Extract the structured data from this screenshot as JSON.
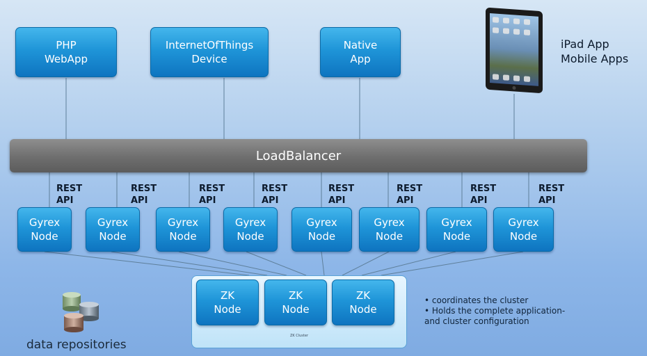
{
  "clients": [
    {
      "line1": "PHP",
      "line2": "WebApp"
    },
    {
      "line1": "InternetOfThings",
      "line2": "Device"
    },
    {
      "line1": "Native",
      "line2": "App"
    }
  ],
  "mobile": {
    "line1": "iPad App",
    "line2": "Mobile Apps",
    "icon": "ipad-icon"
  },
  "load_balancer": "LoadBalancer",
  "api_label": {
    "line1": "REST",
    "line2": "API"
  },
  "gyrex_nodes": [
    {
      "line1": "Gyrex",
      "line2": "Node"
    },
    {
      "line1": "Gyrex",
      "line2": "Node"
    },
    {
      "line1": "Gyrex",
      "line2": "Node"
    },
    {
      "line1": "Gyrex",
      "line2": "Node"
    },
    {
      "line1": "Gyrex",
      "line2": "Node"
    },
    {
      "line1": "Gyrex",
      "line2": "Node"
    },
    {
      "line1": "Gyrex",
      "line2": "Node"
    },
    {
      "line1": "Gyrex",
      "line2": "Node"
    }
  ],
  "zk_nodes": [
    {
      "line1": "ZK",
      "line2": "Node"
    },
    {
      "line1": "ZK",
      "line2": "Node"
    },
    {
      "line1": "ZK",
      "line2": "Node"
    }
  ],
  "zk_cluster_label": "ZK Cluster",
  "notes": [
    "• coordinates the cluster",
    "• Holds the complete application- and cluster configuration"
  ],
  "repositories": {
    "label": "data repositories",
    "icon": "database-icon"
  },
  "colors": {
    "box": "#1f95d8",
    "load_balancer": "#6e6e6e",
    "zk_cluster": "#d4eefb"
  }
}
